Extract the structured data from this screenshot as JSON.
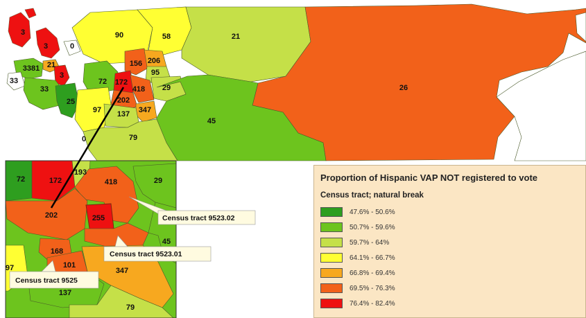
{
  "legend": {
    "title": "Proportion of Hispanic VAP NOT registered to vote",
    "subtitle": "Census tract; natural break",
    "classes": [
      {
        "label": "47.6% - 50.6%",
        "color": "#2e9e1f"
      },
      {
        "label": "50.7% - 59.6%",
        "color": "#6dc41e"
      },
      {
        "label": "59.7% - 64%",
        "color": "#c5e048"
      },
      {
        "label": "64.1% - 66.7%",
        "color": "#ffff33"
      },
      {
        "label": "66.8% - 69.4%",
        "color": "#f7a81f"
      },
      {
        "label": "69.5% - 76.3%",
        "color": "#f2611a"
      },
      {
        "label": "76.4% - 82.4%",
        "color": "#ee1111"
      }
    ]
  },
  "map_labels": {
    "t3a": "3",
    "t3b": "3",
    "t0": "0",
    "t90": "90",
    "t58": "58",
    "t21a": "21",
    "t3381": "3381",
    "t21b": "21",
    "t3c": "3",
    "t33a": "33",
    "t33b": "33",
    "t72a": "72",
    "t156": "156",
    "t206": "206",
    "t95": "95",
    "t172a": "172",
    "t418a": "418",
    "t29a": "29",
    "t25": "25",
    "t202a": "202",
    "t97a": "97",
    "t347a": "347",
    "t137a": "137",
    "t45a": "45",
    "t26": "26",
    "t79a": "79",
    "t0b": "0"
  },
  "inset_labels": {
    "t72b": "72",
    "t172b": "172",
    "t193": "193",
    "t418b": "418",
    "t29b": "29",
    "t202b": "202",
    "t255": "255",
    "t45b": "45",
    "t168": "168",
    "t101": "101",
    "t347b": "347",
    "t97b": "97",
    "t137b": "137",
    "t79b": "79"
  },
  "callouts": {
    "c952302": "Census tract 9523.02",
    "c952301": "Census tract 9523.01",
    "c9525": "Census tract 9525"
  }
}
